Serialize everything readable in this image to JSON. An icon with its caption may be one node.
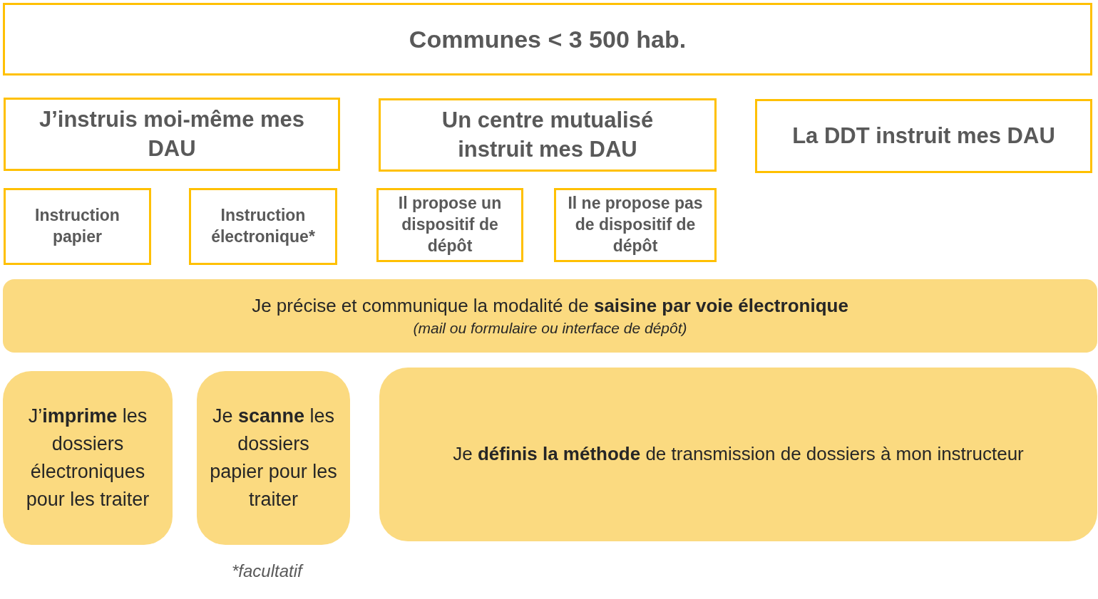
{
  "diagram": {
    "nodes": [
      {
        "text": [
          "Communes < 3 500 hab."
        ]
      },
      {
        "text": [
          "J’instruis moi-même mes DAU"
        ]
      },
      {
        "text": [
          "Un centre mutualisé instruit mes DAU"
        ]
      },
      {
        "text": [
          "La DDT instruit mes DAU"
        ]
      },
      {
        "text": [
          "Instruction papier"
        ]
      },
      {
        "text": [
          "Instruction électronique*"
        ]
      },
      {
        "text": [
          "Il propose un dispositif de dépôt"
        ]
      },
      {
        "text": [
          "Il ne propose pas de dispositif de dépôt"
        ]
      },
      {
        "text": [
          "Je précise et communique la modalité de **saisine par voie électronique**",
          "(mail ou formulaire ou interface de dépôt)"
        ]
      },
      {
        "text": [
          "J’**imprime** les dossiers électroniques pour les traiter"
        ]
      },
      {
        "text": [
          "Je **scanne** les dossiers papier pour les traiter"
        ]
      },
      {
        "text": [
          "Je **définis la méthode** de transmission de dossiers à mon instructeur"
        ]
      }
    ],
    "labels": [
      "*facultatif"
    ]
  }
}
